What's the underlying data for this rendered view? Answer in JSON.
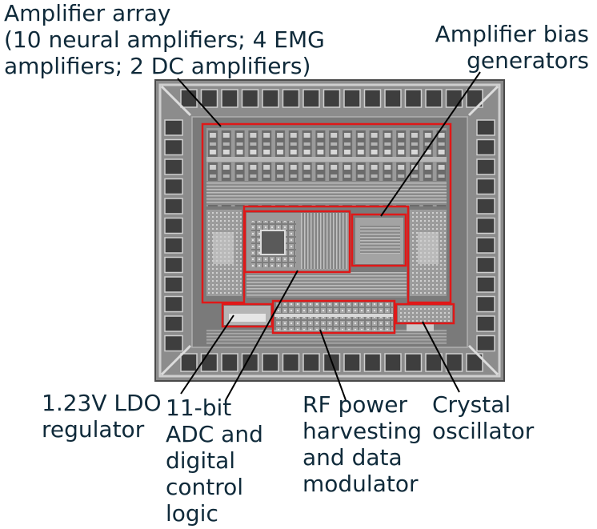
{
  "labels": {
    "amplifier_array": [
      "Amplifier array",
      "(10 neural amplifiers; 4 EMG",
      "amplifiers; 2 DC amplifiers)"
    ],
    "bias_generators": [
      "Amplifier bias",
      "generators"
    ],
    "ldo": [
      "1.23V LDO",
      "regulator"
    ],
    "adc": [
      "11-bit",
      "ADC and",
      "digital",
      "control",
      "logic"
    ],
    "rf": [
      "RF power",
      "harvesting",
      "and data",
      "modulator"
    ],
    "crystal": [
      "Crystal",
      "oscillator"
    ]
  },
  "colors": {
    "text": "#0f2a3a",
    "highlight": "#e01818",
    "leader": "#000000",
    "die_background": "#8c8c8c"
  }
}
